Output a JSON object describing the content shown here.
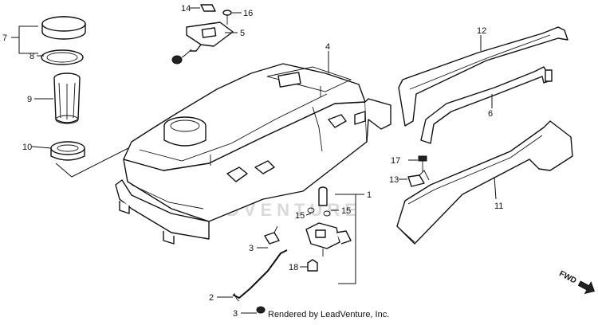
{
  "callouts": {
    "c1": "1",
    "c2": "2",
    "c3a": "3",
    "c3b": "3",
    "c4": "4",
    "c5": "5",
    "c6": "6",
    "c7": "7",
    "c8": "8",
    "c9": "9",
    "c10": "10",
    "c11": "11",
    "c12": "12",
    "c13": "13",
    "c14": "14",
    "c15a": "15",
    "c15b": "15",
    "c16": "16",
    "c17": "17",
    "c18": "18"
  },
  "direction": {
    "label": "FWD"
  },
  "watermark": {
    "text": "ADVENTURE"
  },
  "credit": {
    "text": "Rendered by LeadVenture, Inc."
  }
}
